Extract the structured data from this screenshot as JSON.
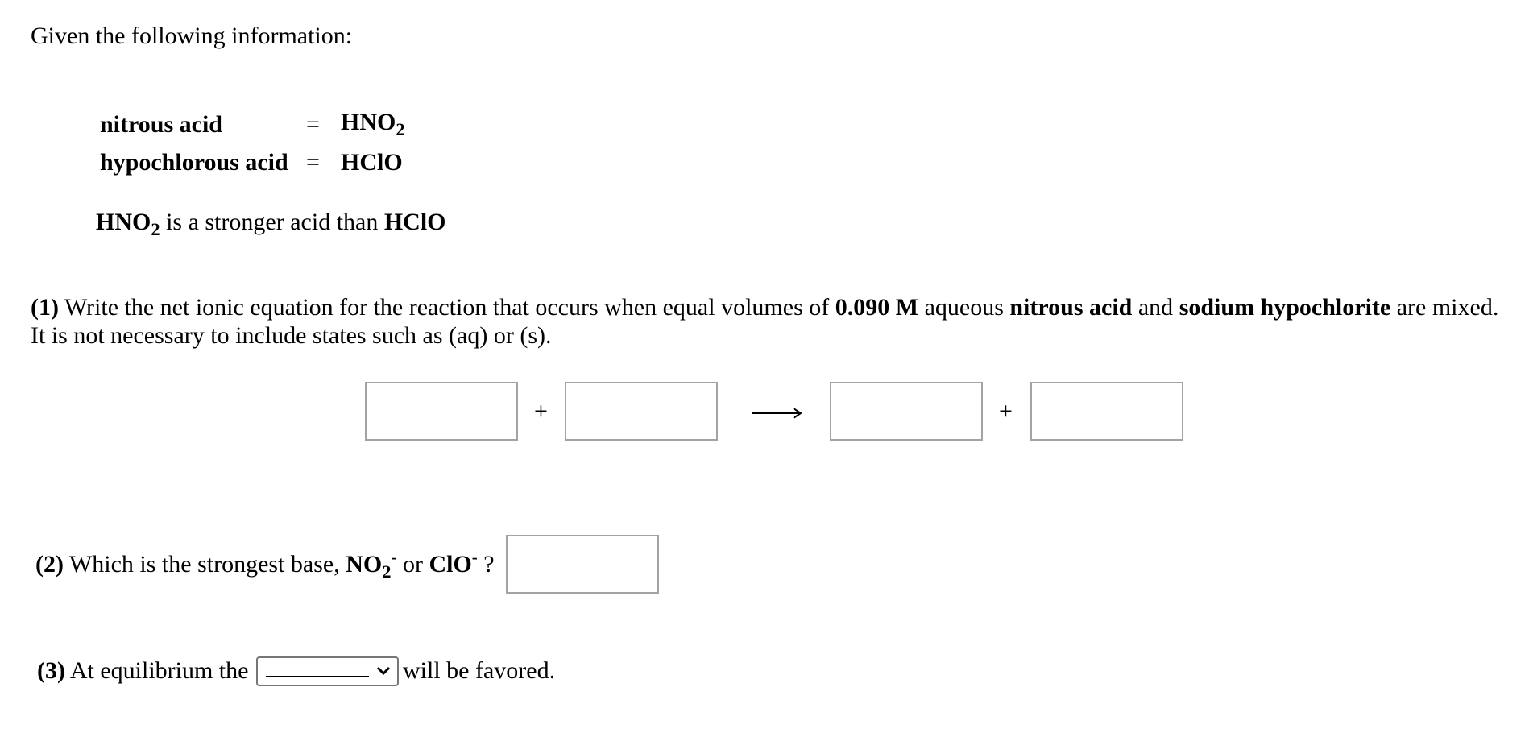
{
  "intro": "Given the following information:",
  "definitions": [
    {
      "name": "nitrous acid",
      "eq": "=",
      "formula_main": "HNO",
      "formula_sub": "2"
    },
    {
      "name": "hypochlorous acid",
      "eq": "=",
      "formula_main": "HClO",
      "formula_sub": ""
    }
  ],
  "statement": {
    "acid1_main": "HNO",
    "acid1_sub": "2",
    "middle": " is a stronger acid than ",
    "acid2": "HClO"
  },
  "q1": {
    "num": "(1)",
    "text_a": " Write the net ionic equation for the reaction that occurs when equal volumes of ",
    "conc": "0.090 M",
    "text_b": " aqueous ",
    "reactant1": "nitrous acid",
    "text_c": " and ",
    "reactant2": "sodium hypochlorite",
    "text_d": " are mixed.",
    "line2": "It is not necessary to include states such as (aq) or (s).",
    "plus": "+",
    "inputs": [
      "",
      "",
      "",
      ""
    ]
  },
  "q2": {
    "num": "(2)",
    "text": " Which is the strongest base, ",
    "base1_main": "NO",
    "base1_sub": "2",
    "base1_sup": "-",
    "or": " or ",
    "base2_main": "ClO",
    "base2_sup": "-",
    "qmark": " ?",
    "input": ""
  },
  "q3": {
    "num": "(3)",
    "text_a": " At equilibrium the ",
    "select_value": "",
    "text_b": " will be favored."
  }
}
